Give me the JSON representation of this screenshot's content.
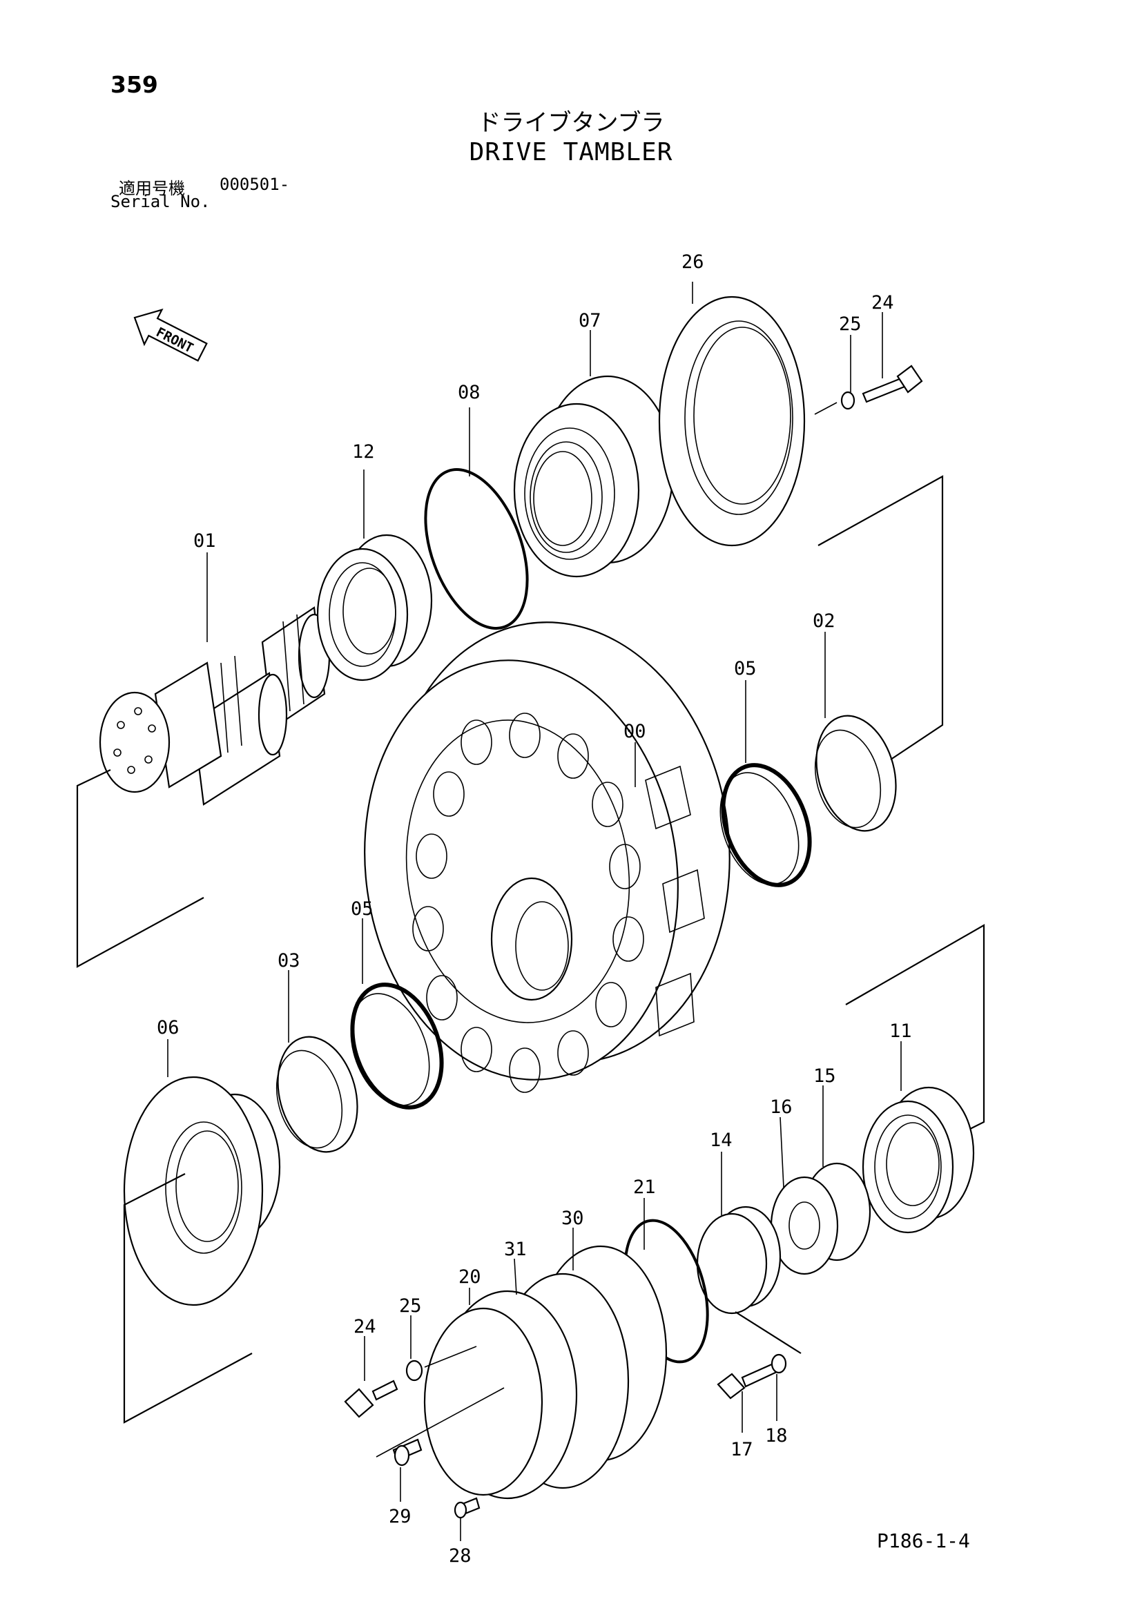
{
  "header": {
    "page_number": "359",
    "title_jp": "ドライブタンブラ",
    "title_en": "DRIVE TAMBLER",
    "serial_label_jp": "適用号機",
    "serial_value": "000501-",
    "serial_label_en": "Serial No."
  },
  "front_indicator": {
    "label": "FRONT",
    "icon": "front-arrow-icon"
  },
  "parts": [
    {
      "id": "00",
      "label": "00"
    },
    {
      "id": "01",
      "label": "01"
    },
    {
      "id": "02",
      "label": "02"
    },
    {
      "id": "03",
      "label": "03"
    },
    {
      "id": "05a",
      "label": "05"
    },
    {
      "id": "05b",
      "label": "05"
    },
    {
      "id": "06",
      "label": "06"
    },
    {
      "id": "07",
      "label": "07"
    },
    {
      "id": "08",
      "label": "08"
    },
    {
      "id": "11",
      "label": "11"
    },
    {
      "id": "12",
      "label": "12"
    },
    {
      "id": "14",
      "label": "14"
    },
    {
      "id": "15",
      "label": "15"
    },
    {
      "id": "16",
      "label": "16"
    },
    {
      "id": "17",
      "label": "17"
    },
    {
      "id": "18",
      "label": "18"
    },
    {
      "id": "20",
      "label": "20"
    },
    {
      "id": "21",
      "label": "21"
    },
    {
      "id": "24a",
      "label": "24"
    },
    {
      "id": "24b",
      "label": "24"
    },
    {
      "id": "25a",
      "label": "25"
    },
    {
      "id": "25b",
      "label": "25"
    },
    {
      "id": "26",
      "label": "26"
    },
    {
      "id": "28",
      "label": "28"
    },
    {
      "id": "29",
      "label": "29"
    },
    {
      "id": "30",
      "label": "30"
    },
    {
      "id": "31",
      "label": "31"
    }
  ],
  "footer": {
    "page_ref": "P186-1-4"
  }
}
